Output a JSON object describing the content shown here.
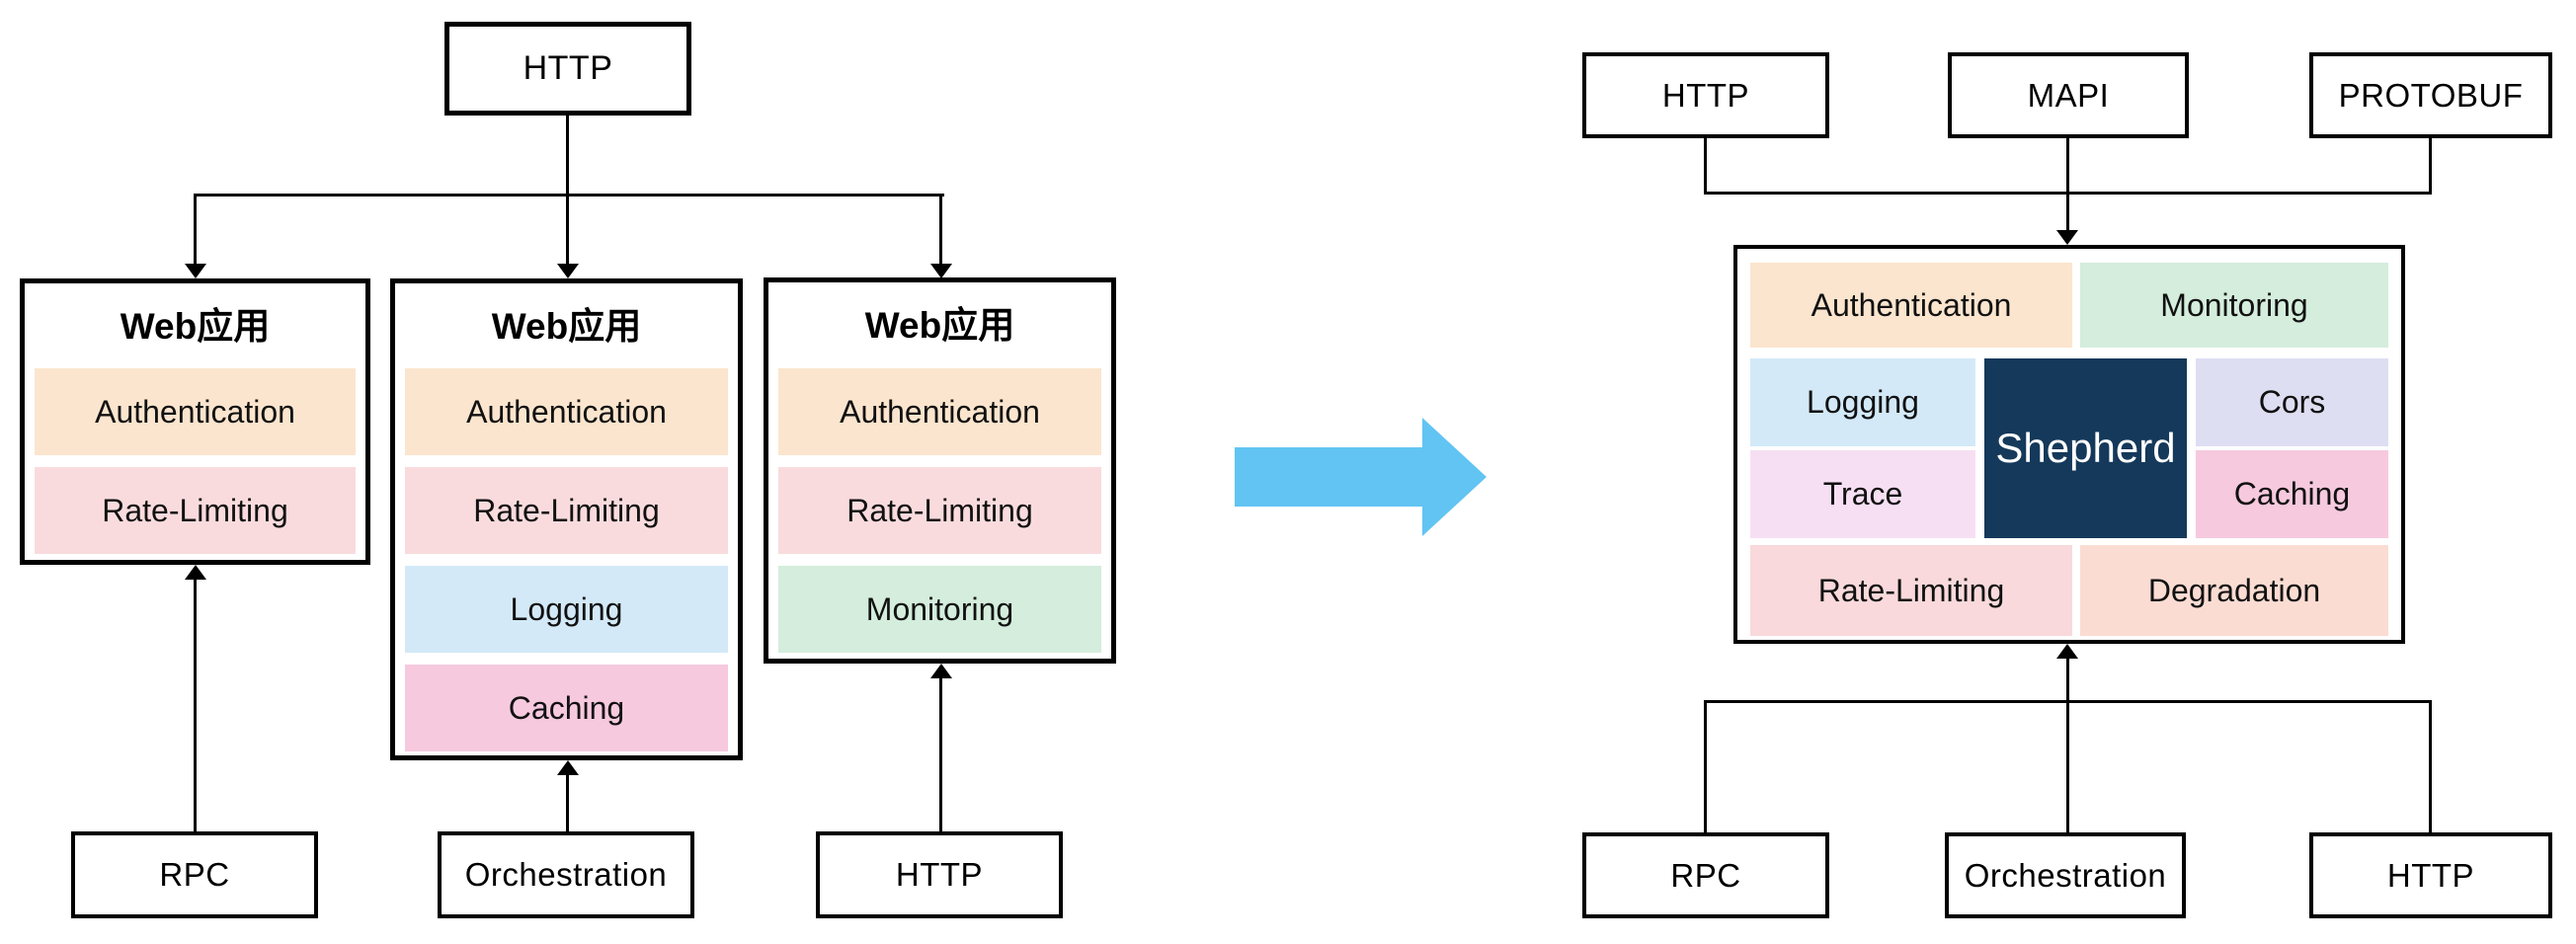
{
  "diagram": {
    "left": {
      "top_box": "HTTP",
      "web_apps": [
        {
          "title": "Web应用",
          "blocks": [
            {
              "label": "Authentication",
              "bg": "#FBE5CE"
            },
            {
              "label": "Rate-Limiting",
              "bg": "#FADBDD"
            }
          ]
        },
        {
          "title": "Web应用",
          "blocks": [
            {
              "label": "Authentication",
              "bg": "#FBE5CE"
            },
            {
              "label": "Rate-Limiting",
              "bg": "#FADBDD"
            },
            {
              "label": "Logging",
              "bg": "#D3E9F8"
            },
            {
              "label": "Caching",
              "bg": "#F6C9DE"
            }
          ]
        },
        {
          "title": "Web应用",
          "blocks": [
            {
              "label": "Authentication",
              "bg": "#FBE5CE"
            },
            {
              "label": "Rate-Limiting",
              "bg": "#FADBDD"
            },
            {
              "label": "Monitoring",
              "bg": "#D4EDDC"
            }
          ]
        }
      ],
      "bottom_boxes": [
        "RPC",
        "Orchestration",
        "HTTP"
      ]
    },
    "transform_arrow": {
      "color": "#62C4F2"
    },
    "right": {
      "top_boxes": [
        "HTTP",
        "MAPI",
        "PROTOBUF"
      ],
      "core": {
        "center": {
          "label": "Shepherd",
          "bg": "#15395A",
          "fg": "#FFFFFF"
        },
        "authentication": {
          "label": "Authentication",
          "bg": "#FBE5CE"
        },
        "monitoring": {
          "label": "Monitoring",
          "bg": "#D4EDDC"
        },
        "logging": {
          "label": "Logging",
          "bg": "#D3E9F8"
        },
        "trace": {
          "label": "Trace",
          "bg": "#F7DFF3"
        },
        "cors": {
          "label": "Cors",
          "bg": "#DEDEF2"
        },
        "caching": {
          "label": "Caching",
          "bg": "#F6C9DE"
        },
        "rate_limiting": {
          "label": "Rate-Limiting",
          "bg": "#F9D9DB"
        },
        "degradation": {
          "label": "Degradation",
          "bg": "#FBDCD2"
        }
      },
      "bottom_boxes": [
        "RPC",
        "Orchestration",
        "HTTP"
      ]
    }
  }
}
